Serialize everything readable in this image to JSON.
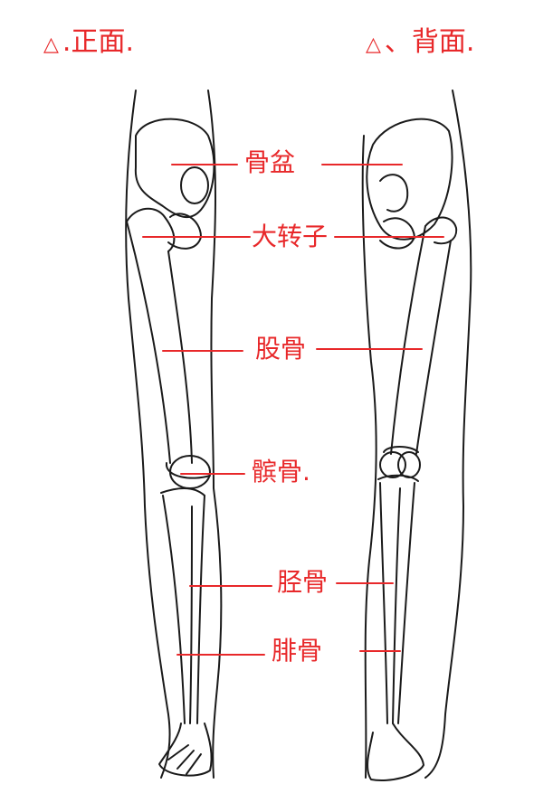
{
  "views": {
    "front": {
      "marker": "△",
      "title": ".正面."
    },
    "back": {
      "marker": "△",
      "title": "、背面."
    }
  },
  "labels": {
    "pelvis": "骨盆",
    "greater_trochanter": "大转子",
    "femur": "股骨",
    "patella": "髌骨.",
    "tibia": "胫骨",
    "fibula": "腓骨"
  },
  "colors": {
    "annotation": "#e8282a",
    "ink": "#1a1a1a"
  }
}
